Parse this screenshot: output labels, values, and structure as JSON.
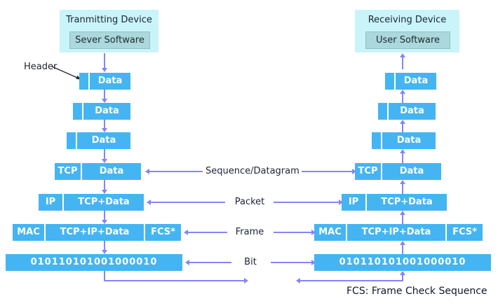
{
  "page": {
    "header_label": "Header",
    "footnote": "FCS: Frame Check Sequence"
  },
  "colors": {
    "box_blue": "#44b5f2",
    "device_bg": "#c9f4f9",
    "software_bg": "#abd8dc",
    "arrow": "#8486f4"
  },
  "devices": {
    "transmitting": {
      "title": "Tranmitting Device",
      "software": "Sever Software"
    },
    "receiving": {
      "title": "Receiving Device",
      "software": "User Software"
    }
  },
  "left_stack": {
    "rows": [
      {
        "cells": [
          "",
          "Data"
        ]
      },
      {
        "cells": [
          "",
          "Data"
        ]
      },
      {
        "cells": [
          "",
          "Data"
        ]
      },
      {
        "cells": [
          "TCP",
          "Data"
        ]
      },
      {
        "cells": [
          "IP",
          "TCP+Data"
        ]
      },
      {
        "cells": [
          "MAC",
          "TCP+IP+Data",
          "FCS*"
        ]
      },
      {
        "cells": [
          "010110101001000010"
        ]
      }
    ]
  },
  "right_stack": {
    "rows": [
      {
        "cells": [
          "",
          "Data"
        ]
      },
      {
        "cells": [
          "",
          "Data"
        ]
      },
      {
        "cells": [
          "",
          "Data"
        ]
      },
      {
        "cells": [
          "TCP",
          "Data"
        ]
      },
      {
        "cells": [
          "IP",
          "TCP+Data"
        ]
      },
      {
        "cells": [
          "MAC",
          "TCP+IP+Data",
          "FCS*"
        ]
      },
      {
        "cells": [
          "010110101001000010"
        ]
      }
    ]
  },
  "middle": {
    "labels": [
      "Sequence/Datagram",
      "Packet",
      "Frame",
      "Bit"
    ]
  }
}
